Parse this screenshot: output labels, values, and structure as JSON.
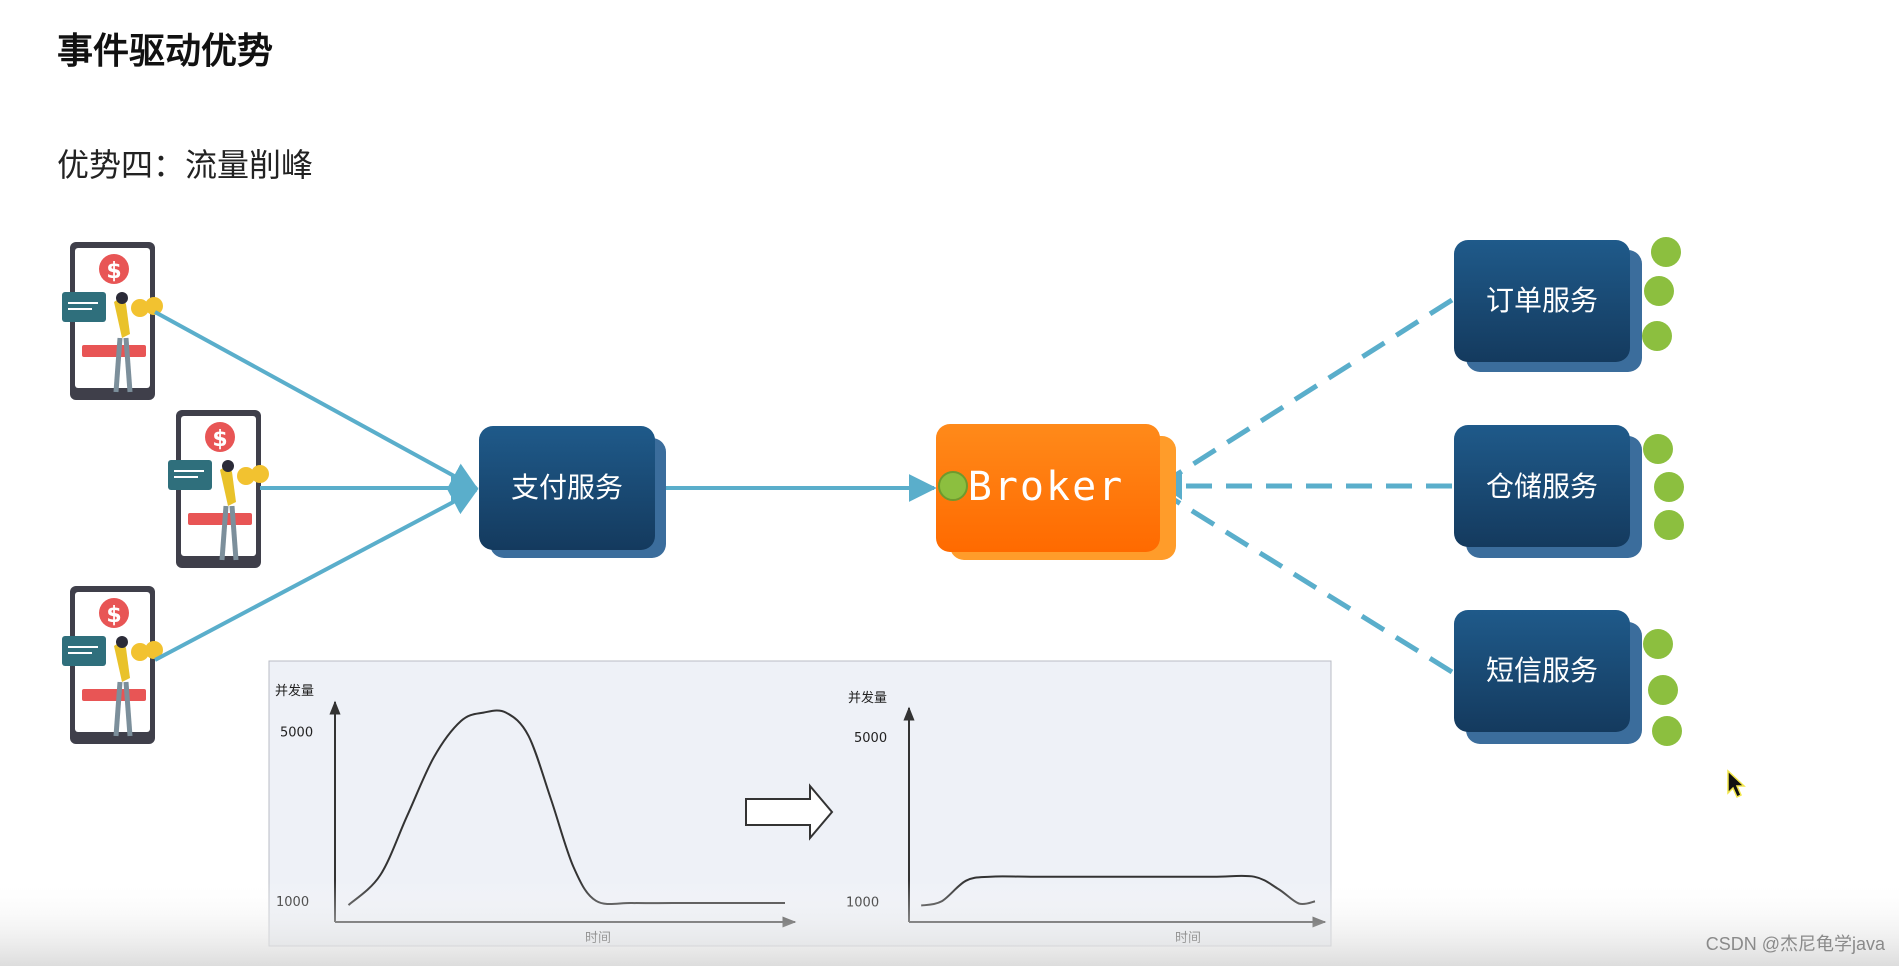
{
  "title": "事件驱动优势",
  "subtitle": "优势四：流量削峰",
  "services": {
    "payment": "支付服务",
    "broker": "Broker",
    "order": "订单服务",
    "storage": "仓储服务",
    "sms": "短信服务"
  },
  "icons": {
    "dollar": "$",
    "coin": "$"
  },
  "colors": {
    "service_box": "#1e4a73",
    "broker_box": "#ff7a0d",
    "connector": "#5aaecb",
    "event_dot": "#8cbf3f"
  },
  "chart_data": [
    {
      "type": "line",
      "ylabel": "并发量",
      "xlabel": "时间",
      "yticks": [
        1000,
        5000
      ],
      "ylim": [
        500,
        5700
      ],
      "xlim": [
        0,
        100
      ],
      "series": [
        {
          "x": [
            3,
            10,
            16,
            22,
            28,
            33,
            38,
            43,
            48,
            53,
            58,
            66,
            75,
            85,
            100
          ],
          "y": [
            900,
            1600,
            3000,
            4400,
            5250,
            5450,
            5450,
            4900,
            3400,
            1800,
            1000,
            950,
            950,
            950,
            950
          ]
        }
      ]
    },
    {
      "type": "line",
      "ylabel": "并发量",
      "xlabel": "时间",
      "yticks": [
        1000,
        5000
      ],
      "ylim": [
        500,
        5700
      ],
      "xlim": [
        0,
        100
      ],
      "series": [
        {
          "x": [
            3,
            8,
            14,
            20,
            30,
            45,
            60,
            75,
            85,
            91,
            96,
            100
          ],
          "y": [
            900,
            1000,
            1500,
            1600,
            1600,
            1600,
            1600,
            1600,
            1600,
            1300,
            950,
            1000
          ]
        }
      ]
    }
  ],
  "watermark": "CSDN @杰尼龟学java"
}
